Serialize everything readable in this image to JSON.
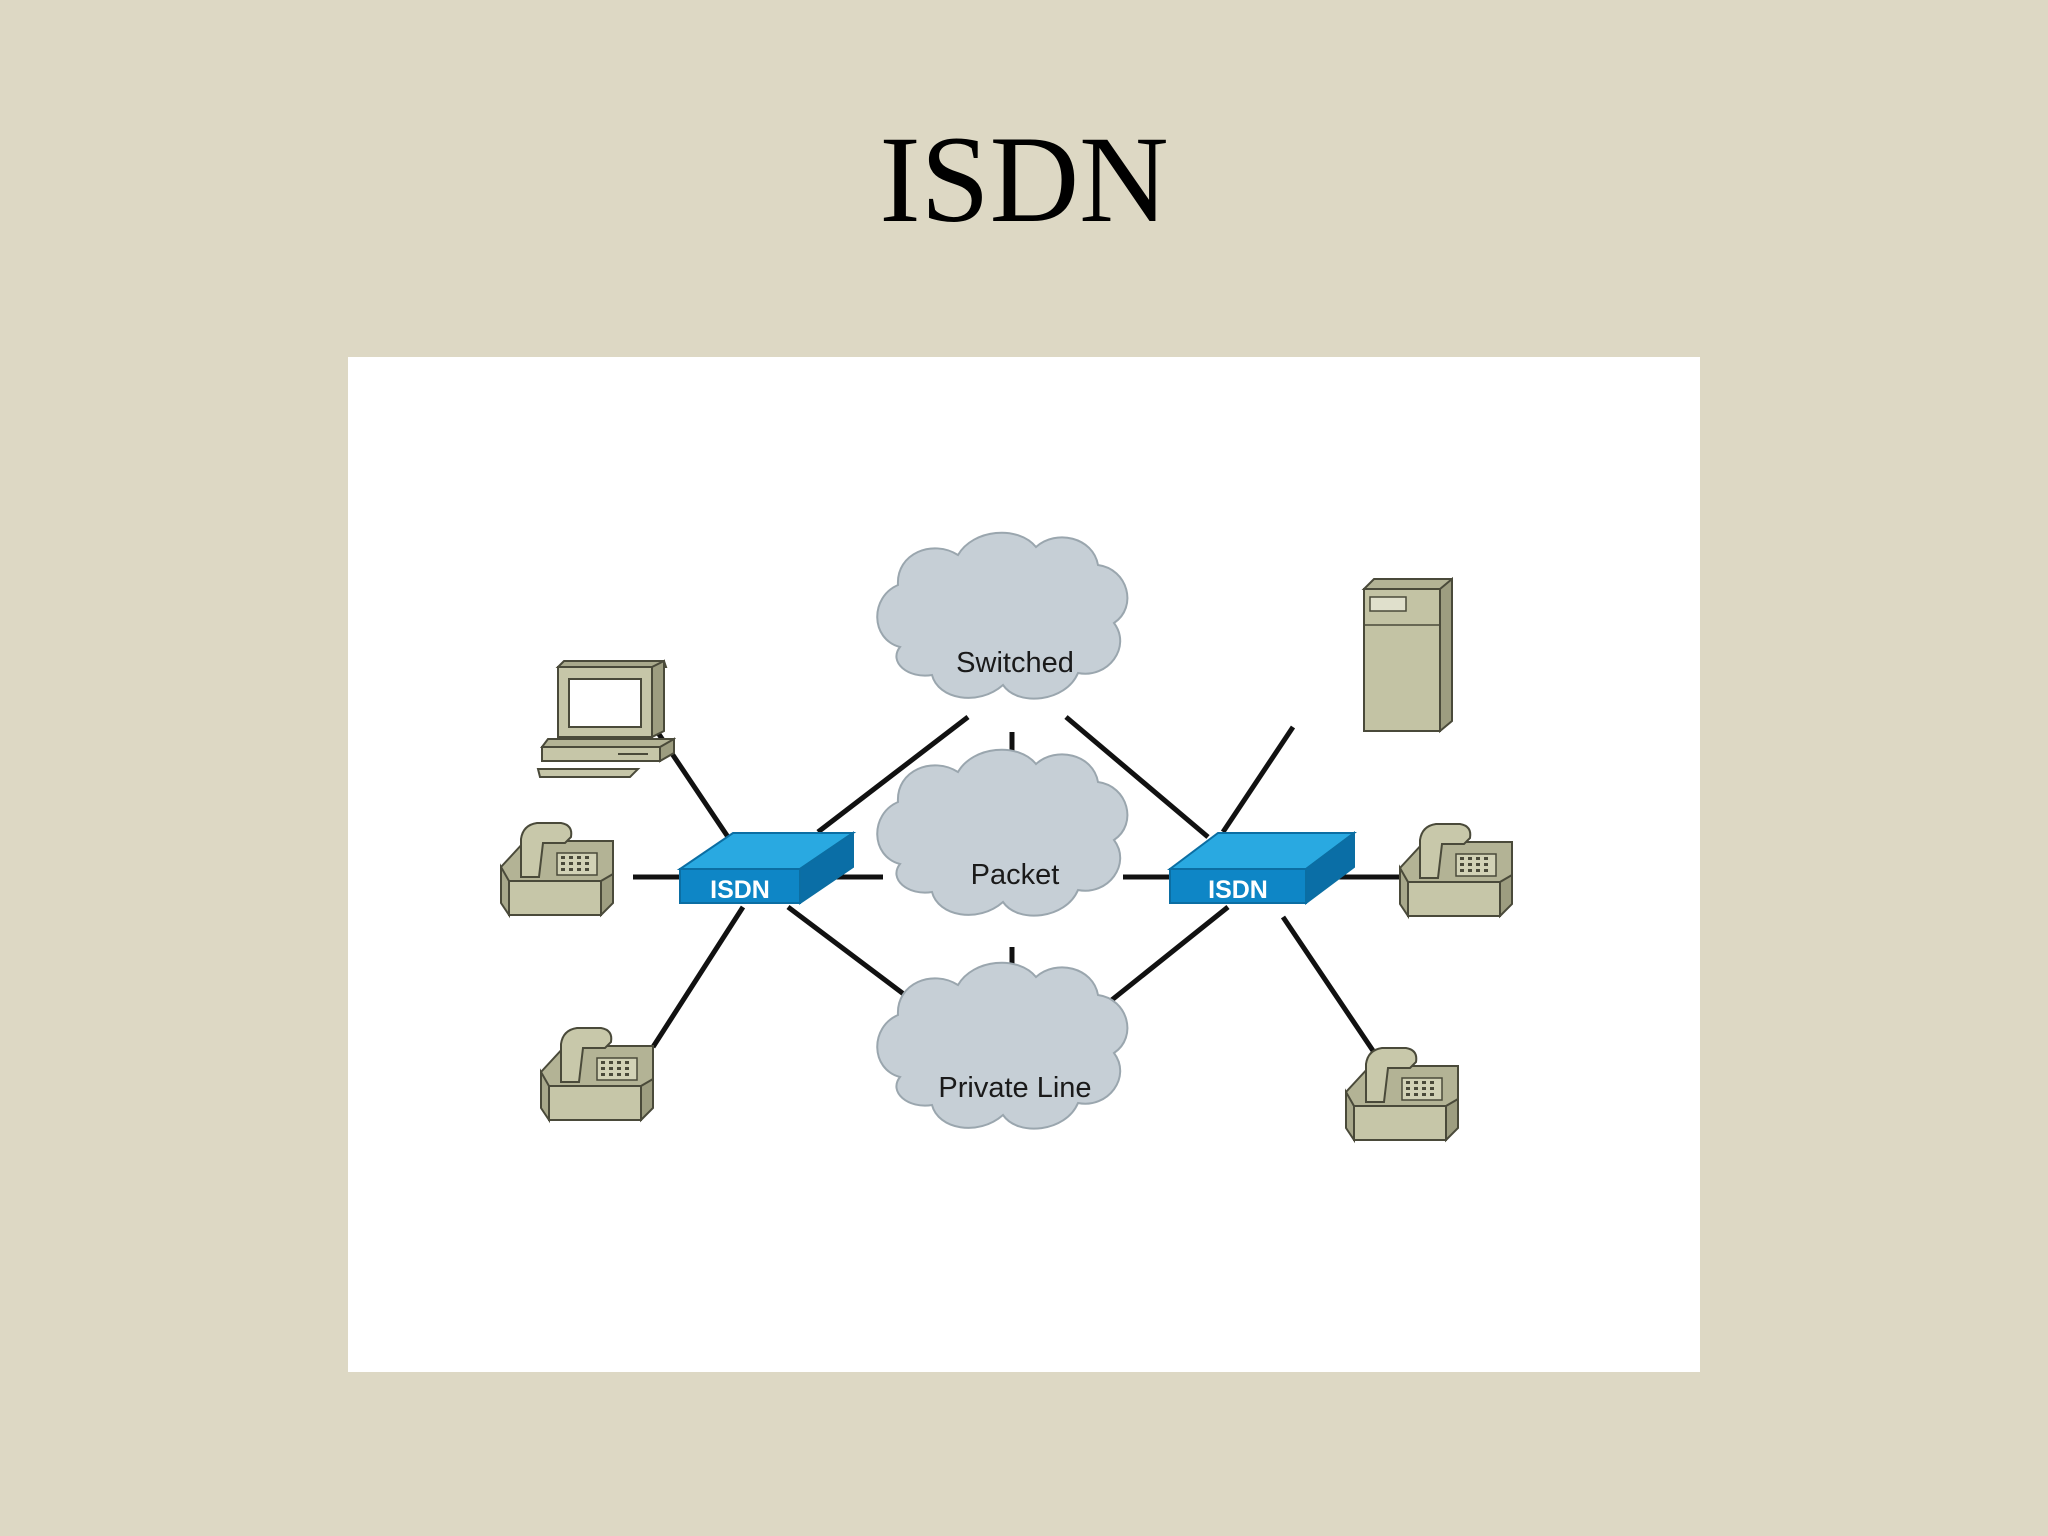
{
  "slide": {
    "title": "ISDN"
  },
  "diagram": {
    "clouds": {
      "switched": "Switched",
      "packet": "Packet",
      "private_line": "Private Line"
    },
    "switch_left_label": "ISDN",
    "switch_right_label": "ISDN"
  },
  "icons": [
    "computer-icon",
    "telephone-icon",
    "server-icon",
    "isdn-switch-icon",
    "cloud-icon"
  ],
  "colors": {
    "background": "#ddd8c4",
    "panel": "#ffffff",
    "switch_top": "#29a9e1",
    "switch_front": "#0e86c6",
    "cloud": "#c6cfd6",
    "device": "#c3c3a4"
  }
}
